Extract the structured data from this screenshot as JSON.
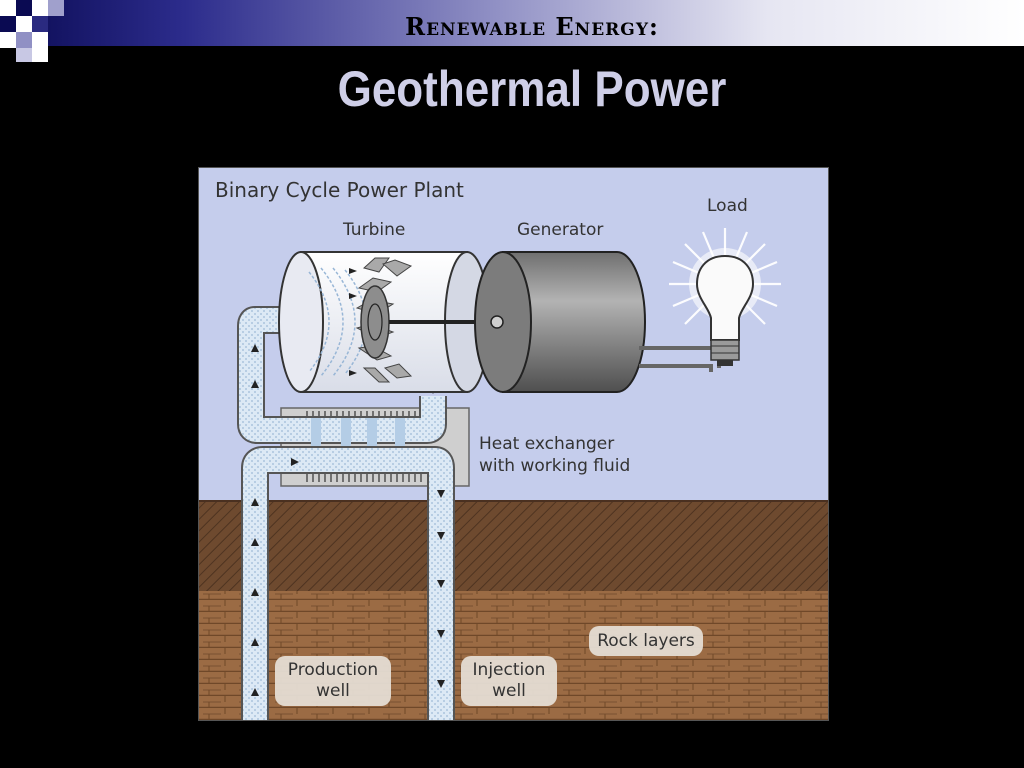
{
  "slide": {
    "section_heading": "Renewable Energy:",
    "title": "Geothermal Power"
  },
  "diagram": {
    "title": "Binary Cycle Power Plant",
    "labels": {
      "turbine": "Turbine",
      "generator": "Generator",
      "load": "Load",
      "heat_exchanger_line1": "Heat exchanger",
      "heat_exchanger_line2": "with working fluid",
      "rock_layers": "Rock layers",
      "production_well_line1": "Production",
      "production_well_line2": "well",
      "injection_well_line1": "Injection",
      "injection_well_line2": "well"
    }
  },
  "colors": {
    "sky": "#c5cdec",
    "soil_top": "#6e4a2f",
    "soil_bottom": "#9b6b44",
    "pipe_fluid": "#dce9f5",
    "generator": "#8a8a8a"
  }
}
